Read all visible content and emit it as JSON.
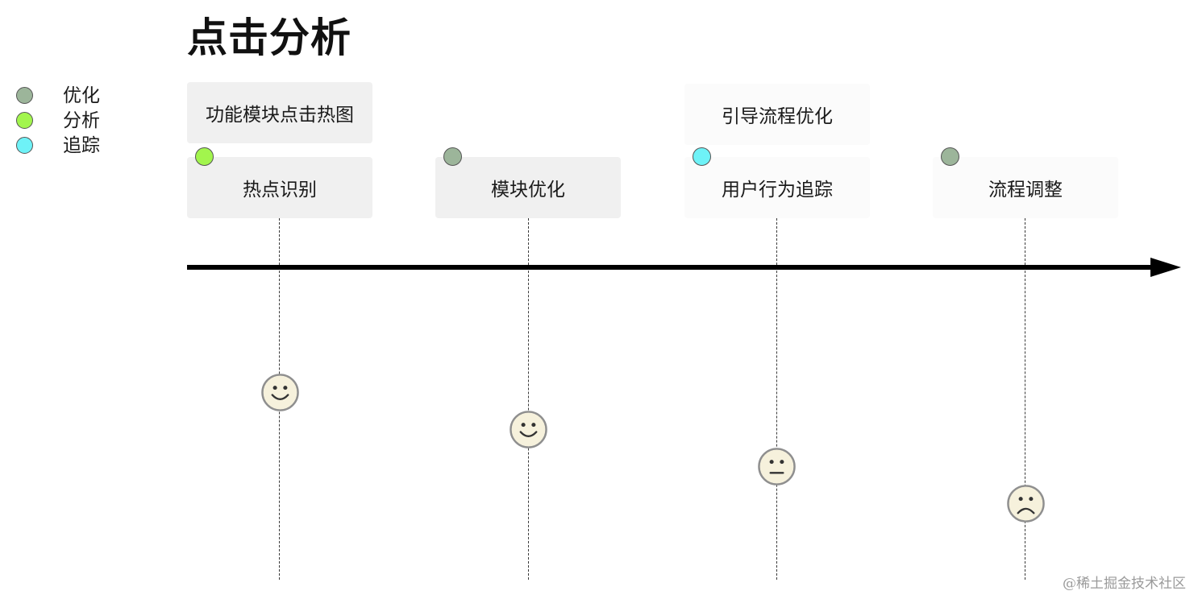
{
  "title": "点击分析",
  "legend": [
    {
      "label": "优化",
      "color": "#9cb59a"
    },
    {
      "label": "分析",
      "color": "#a2f54d"
    },
    {
      "label": "追踪",
      "color": "#6ef2f7"
    }
  ],
  "stages": [
    {
      "top_card": "功能模块点击热图",
      "card": "热点识别",
      "legend": "分析",
      "dot_color": "#a2f54d",
      "mood": "happy"
    },
    {
      "top_card": "",
      "card": "模块优化",
      "legend": "优化",
      "dot_color": "#9cb59a",
      "mood": "happy"
    },
    {
      "top_card": "引导流程优化",
      "card": "用户行为追踪",
      "legend": "追踪",
      "dot_color": "#6ef2f7",
      "mood": "neutral"
    },
    {
      "top_card": "",
      "card": "流程调整",
      "legend": "优化",
      "dot_color": "#9cb59a",
      "mood": "sad"
    }
  ],
  "colors": {
    "card_bg": "#f0f0f0",
    "face_fill": "#f6f1dc",
    "face_stroke": "#8f8f8f",
    "axis": "#000000"
  },
  "watermark": "@稀土掘金技术社区"
}
